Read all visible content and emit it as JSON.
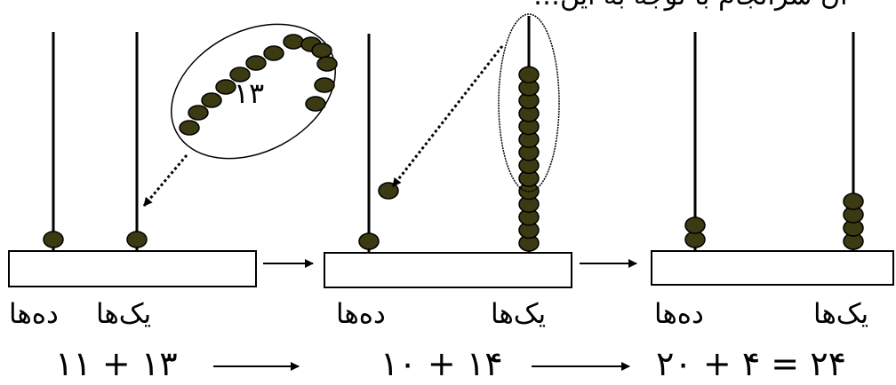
{
  "top_caption": "…ان سرانجام با توجه به این",
  "colors": {
    "bead": "#3b3a12",
    "ink": "#000000",
    "background": "#ffffff"
  },
  "panels": [
    {
      "tens_label": "ده‌ها",
      "ones_label": "یک‌ها",
      "tens_beads": 1,
      "ones_beads": 1,
      "group_value": "۱۳",
      "group_beads": 13,
      "equation": "۱۱ + ۱۳"
    },
    {
      "tens_label": "ده‌ها",
      "ones_label": "یک‌ها",
      "tens_beads": 1,
      "ones_beads_total": 14,
      "ones_beads_grouped": 10,
      "moved_beads": 1,
      "equation": "۱۰ + ۱۴"
    },
    {
      "tens_label": "ده‌ها",
      "ones_label": "یک‌ها",
      "tens_beads": 2,
      "ones_beads": 4,
      "equation": "۲۰ + ۴ = ۲۴"
    }
  ]
}
